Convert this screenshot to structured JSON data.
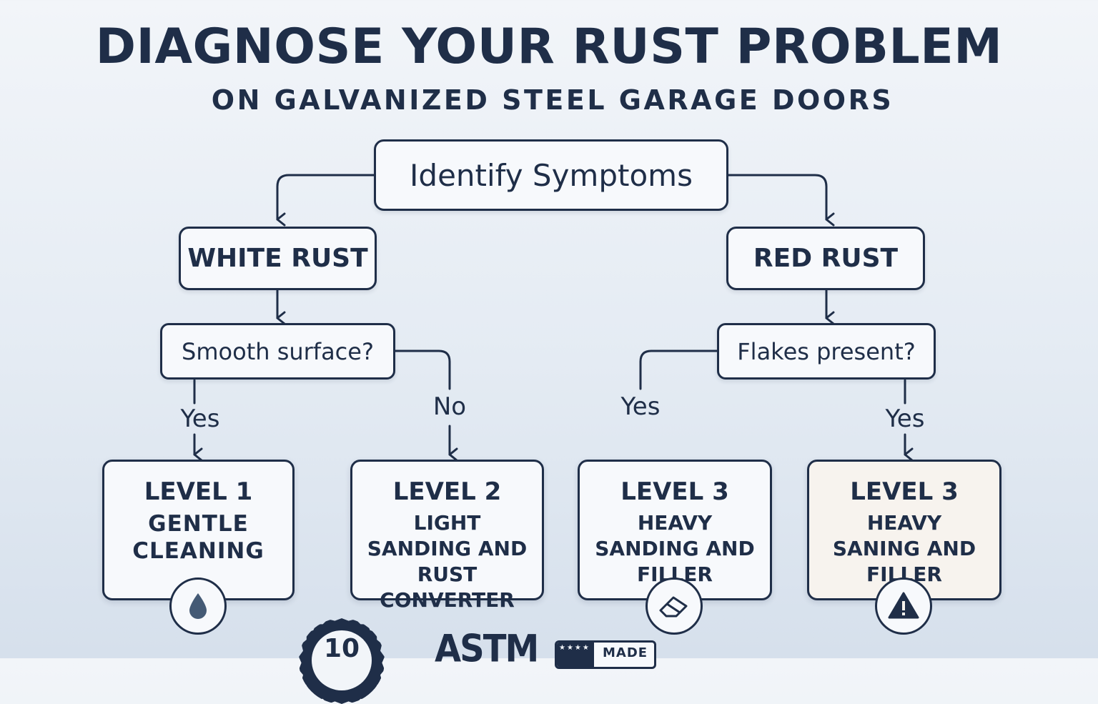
{
  "title": "DIAGNOSE YOUR RUST PROBLEM",
  "subtitle": "ON GALVANIZED STEEL GARAGE DOORS",
  "root": {
    "label": "Identify Symptoms"
  },
  "categories": [
    {
      "label": "WHITE RUST"
    },
    {
      "label": "RED RUST"
    }
  ],
  "questions": [
    {
      "label": "Smooth surface?"
    },
    {
      "label": "Flakes present?"
    }
  ],
  "branch_labels": {
    "white_yes": "Yes",
    "white_no": "No",
    "red_left_yes": "Yes",
    "red_right_yes": "Yes"
  },
  "outcomes": [
    {
      "level": "LEVEL 1",
      "action": "GENTLE CLEANING",
      "icon": "water-drop-icon"
    },
    {
      "level": "LEVEL 2",
      "action": "LIGHT SANDING AND RUST CONVERTER",
      "icon": ""
    },
    {
      "level": "LEVEL 3",
      "action": "HEAVY SANDING AND FILLER",
      "icon": "eraser-icon"
    },
    {
      "level": "LEVEL 3",
      "action": "HEAVY SANING AND FILLER",
      "icon": "warning-icon"
    }
  ],
  "footer_badges": {
    "seal_text": "10",
    "astm_text": "ASTM",
    "made_text": "MADE"
  },
  "colors": {
    "ink": "#1f2e48",
    "card_bg": "#f7f9fc",
    "warm_card_bg": "#f7f3ee",
    "background_top": "#f2f5f9",
    "background_bottom": "#d6e0ec"
  }
}
